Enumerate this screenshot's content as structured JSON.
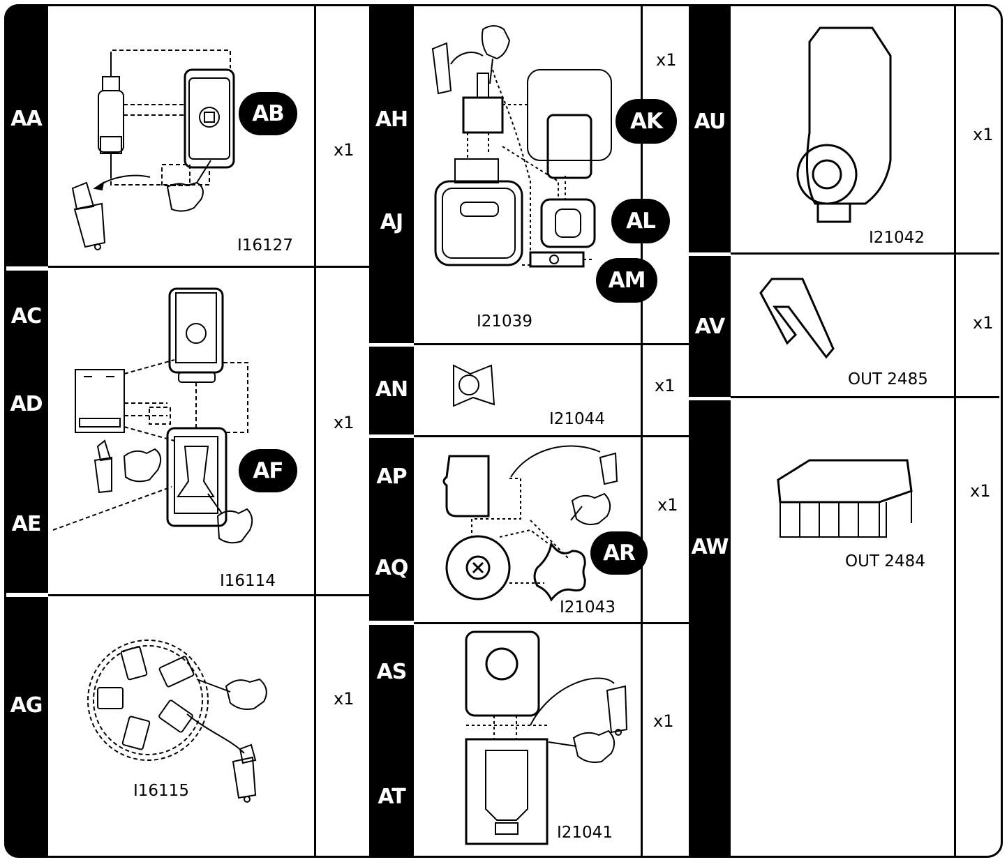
{
  "colors": {
    "ink": "#000000",
    "paper": "#ffffff"
  },
  "rows": {
    "aa": {
      "labels": [
        "AA"
      ],
      "callouts": [
        "AB"
      ],
      "code": "I16127",
      "qty": "x1"
    },
    "ac": {
      "labels": [
        "AC",
        "AD",
        "AE"
      ],
      "callouts": [
        "AF"
      ],
      "code": "I16114",
      "qty": "x1"
    },
    "ag": {
      "labels": [
        "AG"
      ],
      "callouts": [],
      "code": "I16115",
      "qty": "x1"
    },
    "ah": {
      "labels": [
        "AH",
        "AJ"
      ],
      "callouts": [
        "AK",
        "AL",
        "AM"
      ],
      "code": "I21039",
      "qty": "x1"
    },
    "an": {
      "labels": [
        "AN"
      ],
      "callouts": [],
      "code": "I21044",
      "qty": "x1"
    },
    "ap": {
      "labels": [
        "AP",
        "AQ"
      ],
      "callouts": [
        "AR"
      ],
      "code": "I21043",
      "qty": "x1"
    },
    "as": {
      "labels": [
        "AS",
        "AT"
      ],
      "callouts": [],
      "code": "I21041",
      "qty": "x1"
    },
    "au": {
      "labels": [
        "AU"
      ],
      "callouts": [],
      "code": "I21042",
      "qty": "x1"
    },
    "av": {
      "labels": [
        "AV"
      ],
      "callouts": [],
      "code": "OUT 2485",
      "qty": "x1"
    },
    "aw": {
      "labels": [
        "AW"
      ],
      "callouts": [],
      "code": "OUT 2484",
      "qty": "x1"
    }
  },
  "icons": [
    "waste-bin-icon",
    "hand-cutter-icon",
    "filter-canister-icon",
    "cartridge-icon",
    "basket-icon",
    "handle-icon",
    "housing-icon"
  ]
}
